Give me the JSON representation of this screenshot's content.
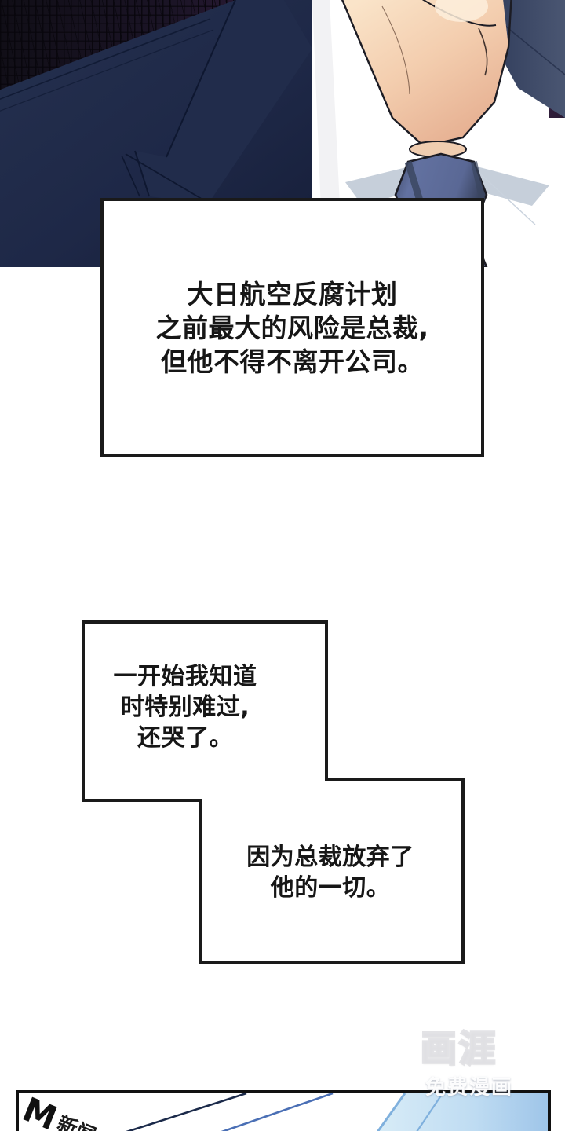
{
  "panels": {
    "artwork": {
      "description": "man-in-suit-chin-and-tie",
      "colors": {
        "background_dark": "#1b1426",
        "background_purple": "#5b2f63",
        "suit_navy": "#1f2b4d",
        "shirt_white": "#ffffff",
        "tie_blue": "#5b6a96",
        "tie_shadow": "#3d4a68",
        "skin_light": "#f6dcc0",
        "skin_shadow": "#e2a98c",
        "outline": "#1a1a22"
      }
    },
    "bottom": {
      "logo_mark": "M",
      "logo_label": "新闻",
      "colors": {
        "line_dark": "#1b2a4a",
        "line_blue": "#4a6fb5",
        "panel_light_blue": "#c9e2f2",
        "panel_blue": "#9cc3e8"
      }
    }
  },
  "bubbles": [
    {
      "id": "bubble-1",
      "text": "大日航空反腐计划\n之前最大的风险是总裁,\n但他不得不离开公司。"
    },
    {
      "id": "bubble-2",
      "text": "一开始我知道\n时特别难过,\n还哭了。"
    },
    {
      "id": "bubble-3",
      "text": "因为总裁放弃了\n他的一切。"
    }
  ],
  "watermark": {
    "brand": "画涯",
    "tagline": "免费漫画"
  }
}
